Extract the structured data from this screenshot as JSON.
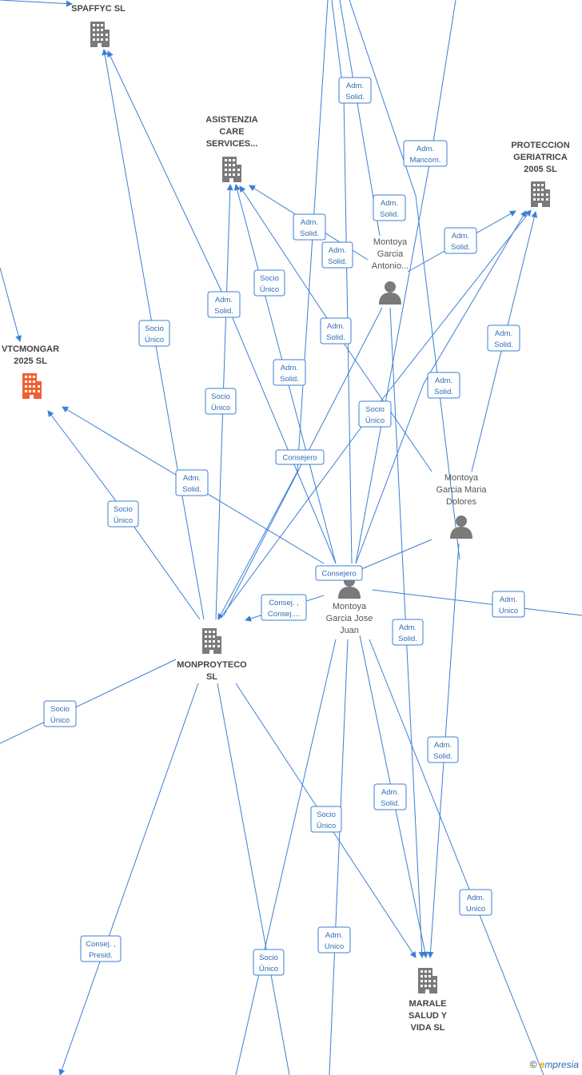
{
  "colors": {
    "edge": "#3b7fd4",
    "company": "#7a7a7a",
    "company_highlight": "#f06030",
    "person": "#7a7a7a"
  },
  "nodes": [
    {
      "id": "spaffyc",
      "type": "company",
      "label": [
        "SPAFFYC SL"
      ]
    },
    {
      "id": "asistenzia",
      "type": "company",
      "label": [
        "ASISTENZIA",
        "CARE",
        "SERVICES..."
      ]
    },
    {
      "id": "proteccion",
      "type": "company",
      "label": [
        "PROTECCION",
        "GERIATRICA",
        "2005 SL"
      ]
    },
    {
      "id": "vtcmongar",
      "type": "company",
      "highlight": true,
      "label": [
        "VTCMONGAR",
        "2025 SL"
      ]
    },
    {
      "id": "monproyteco",
      "type": "company",
      "label": [
        "MONPROYTECO",
        "SL"
      ]
    },
    {
      "id": "marale",
      "type": "company",
      "label": [
        "MARALE",
        "SALUD Y",
        "VIDA SL"
      ]
    },
    {
      "id": "antonio",
      "type": "person",
      "label": [
        "Montoya",
        "Garcia",
        "Antonio..."
      ]
    },
    {
      "id": "mdolores",
      "type": "person",
      "label": [
        "Montoya",
        "Garcia Maria",
        "Dolores"
      ]
    },
    {
      "id": "josejuan",
      "type": "person",
      "label": [
        "Montoya",
        "Garcia Jose",
        "Juan"
      ]
    }
  ],
  "relations": [
    [
      "Adm.",
      "Solid."
    ],
    [
      "Adm.",
      "Mancom."
    ],
    [
      "Adm.",
      "Solid."
    ],
    [
      "Adm.",
      "Solid."
    ],
    [
      "Adm.",
      "Solid."
    ],
    [
      "Adm.",
      "Solid."
    ],
    [
      "Socio",
      "Único"
    ],
    [
      "Adm.",
      "Solid."
    ],
    [
      "Adm.",
      "Solid."
    ],
    [
      "Socio",
      "Único"
    ],
    [
      "Adm.",
      "Solid."
    ],
    [
      "Adm.",
      "Solid."
    ],
    [
      "Adm.",
      "Solid."
    ],
    [
      "Socio",
      "Único"
    ],
    [
      "Socio",
      "Único"
    ],
    [
      "Consejero"
    ],
    [
      "Adm.",
      "Solid."
    ],
    [
      "Socio",
      "Único"
    ],
    [
      "Consejero"
    ],
    [
      "Consej. ,",
      "Consej...."
    ],
    [
      "Adm.",
      "Unico"
    ],
    [
      "Adm.",
      "Solid."
    ],
    [
      "Socio",
      "Único"
    ],
    [
      "Adm.",
      "Solid."
    ],
    [
      "Adm.",
      "Solid."
    ],
    [
      "Socio",
      "Único"
    ],
    [
      "Adm.",
      "Unico"
    ],
    [
      "Consej. ,",
      "Presid."
    ],
    [
      "Adm.",
      "Unico"
    ],
    [
      "Socio",
      "Único"
    ]
  ],
  "brand": {
    "copyright": "©",
    "name_first": "e",
    "name_rest": "mpresia"
  }
}
